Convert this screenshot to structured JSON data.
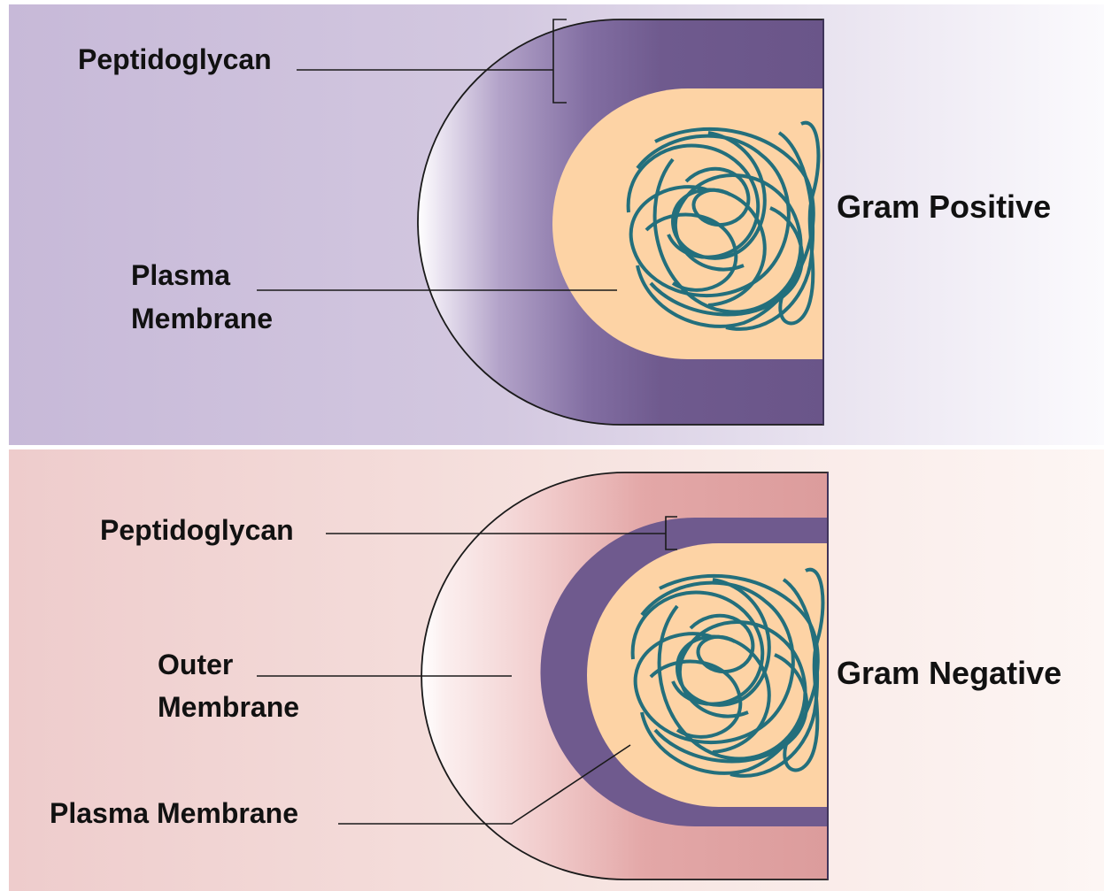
{
  "diagram": {
    "panels": [
      {
        "id": "gram-positive",
        "title": "Gram Positive",
        "labels": {
          "peptidoglycan": "Peptidoglycan",
          "plasma_membrane_line1": "Plasma",
          "plasma_membrane_line2": "Membrane"
        },
        "colors": {
          "background_left": "#c4b5d5",
          "background_right": "#ffffff",
          "peptidoglycan": "#6f5a8e",
          "cytoplasm": "#fdd3a5",
          "dna": "#236f7c"
        }
      },
      {
        "id": "gram-negative",
        "title": "Gram Negative",
        "labels": {
          "peptidoglycan": "Peptidoglycan",
          "outer_membrane_line1": "Outer",
          "outer_membrane_line2": "Membrane",
          "plasma_membrane": "Plasma Membrane"
        },
        "colors": {
          "background_left": "#f0cfcf",
          "background_right": "#fdf4f2",
          "outer_membrane": "#e2a3a3",
          "peptidoglycan": "#6f5a8e",
          "cytoplasm": "#fdd3a5",
          "dna": "#236f7c"
        }
      }
    ]
  }
}
